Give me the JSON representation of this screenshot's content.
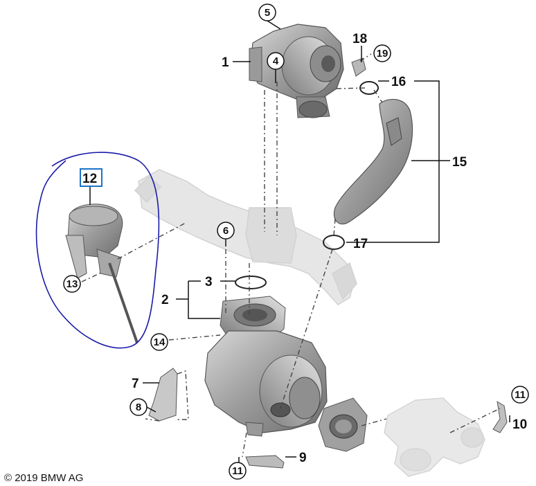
{
  "labels": {
    "p1": "1",
    "p2": "2",
    "p3": "3",
    "p4": "4",
    "p5": "5",
    "p6": "6",
    "p7": "7",
    "p8": "8",
    "p9": "9",
    "p10": "10",
    "p11a": "11",
    "p11b": "11",
    "p12": "12",
    "p13": "13",
    "p14": "14",
    "p15": "15",
    "p16": "16",
    "p17": "17",
    "p18": "18",
    "p19": "19"
  },
  "copyright": "© 2019 BMW AG",
  "colors": {
    "highlight_box": "#1a73c8",
    "annotation_ink": "#1a1aa8",
    "part_gray": "#9a9a9a",
    "ghost_gray": "#e4e4e4"
  }
}
